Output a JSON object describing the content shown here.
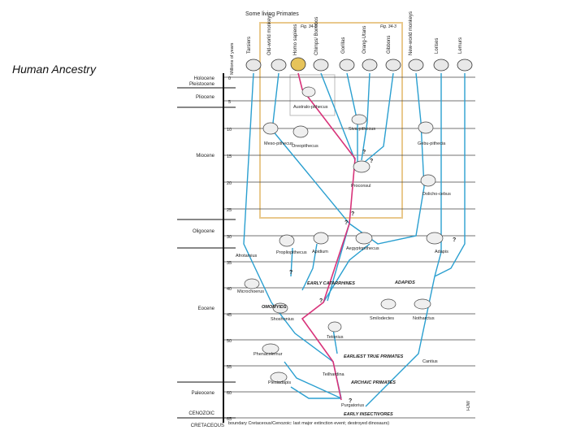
{
  "slide": {
    "title": "Human Ancestry"
  },
  "diagram": {
    "header": "Some living Primates",
    "axis_label": "Millions of years",
    "fig_ref_left": "Fig. 34-3",
    "fig_ref_right": "Fig. 34-3",
    "bottom_note": "boundary Cretaceous/Cenozoic: last major extinction event; destroyed dinosaurs)",
    "credit": "HJW",
    "ticks": [
      "0",
      "5",
      "10",
      "15",
      "20",
      "25",
      "30",
      "35",
      "40",
      "45",
      "50",
      "55",
      "60",
      "65"
    ],
    "epochs": {
      "holocene": "Holocene",
      "pleistocene": "Pleistocene",
      "pliocene": "Pliocene",
      "miocene": "Miocene",
      "oligocene": "Oligocene",
      "eocene": "Eocene",
      "paleocene": "Paleocene",
      "cenozoic": "CENOZOIC",
      "cretaceous": "CRETACEOUS"
    },
    "living": {
      "tarsiers": "Tarsiers",
      "oldworld": "Old-world monkeys",
      "homo": "Homo sapiens",
      "chimps": "Chimps/ Bonobos",
      "gorillas": "Gorillas",
      "orangs": "Orang-Utans",
      "gibbons": "Gibbons",
      "newworld": "New-world monkeys",
      "lorises": "Lorises",
      "lemurs": "Lemurs"
    },
    "fossils": {
      "australopithecus": "Australo-pithecus",
      "sivapithecus": "Siva-pithecus",
      "mesopithecus": "Meso-pithecus",
      "oreopithecus": "Oreopithecus",
      "gebupithecus": "Gebu-pithecia",
      "proconsul": "Proconsul",
      "dolichocebus": "Dolicho-cebus",
      "propliopithecus": "Propliopithecus",
      "apidium": "Apidium",
      "aegyptopithecus": "Aegyptopithecus",
      "afrotarsius": "Afrotarsius",
      "adapis": "Adapis",
      "microchoerus": "Microchoerus",
      "shoshonius": "Shoshonius",
      "smilodectes": "Smilodectes",
      "notharctus": "Notharctus",
      "tetonius": "Tetonius",
      "phenacolemur": "Phenacolemur",
      "cantius": "Cantius",
      "plesiadapis": "Plesiadapis",
      "teilhardina": "Teilhardina",
      "purgatorius": "Purgatorius"
    },
    "groups": {
      "early_catarrhines": "EARLY CATARRHINES",
      "adapids": "ADAPIDS",
      "omomyids": "OMOMYIDS",
      "earliest_true": "EARLIEST TRUE PRIMATES",
      "archaic_primates": "ARCHAIC PRIMATES",
      "early_insectivores": "EARLY INSECTIVORES"
    },
    "uncertain": "?",
    "colors": {
      "lineage": "#2a9fd0",
      "human": "#d8337a",
      "box": "#e9c98d",
      "grid": "#444444"
    }
  }
}
